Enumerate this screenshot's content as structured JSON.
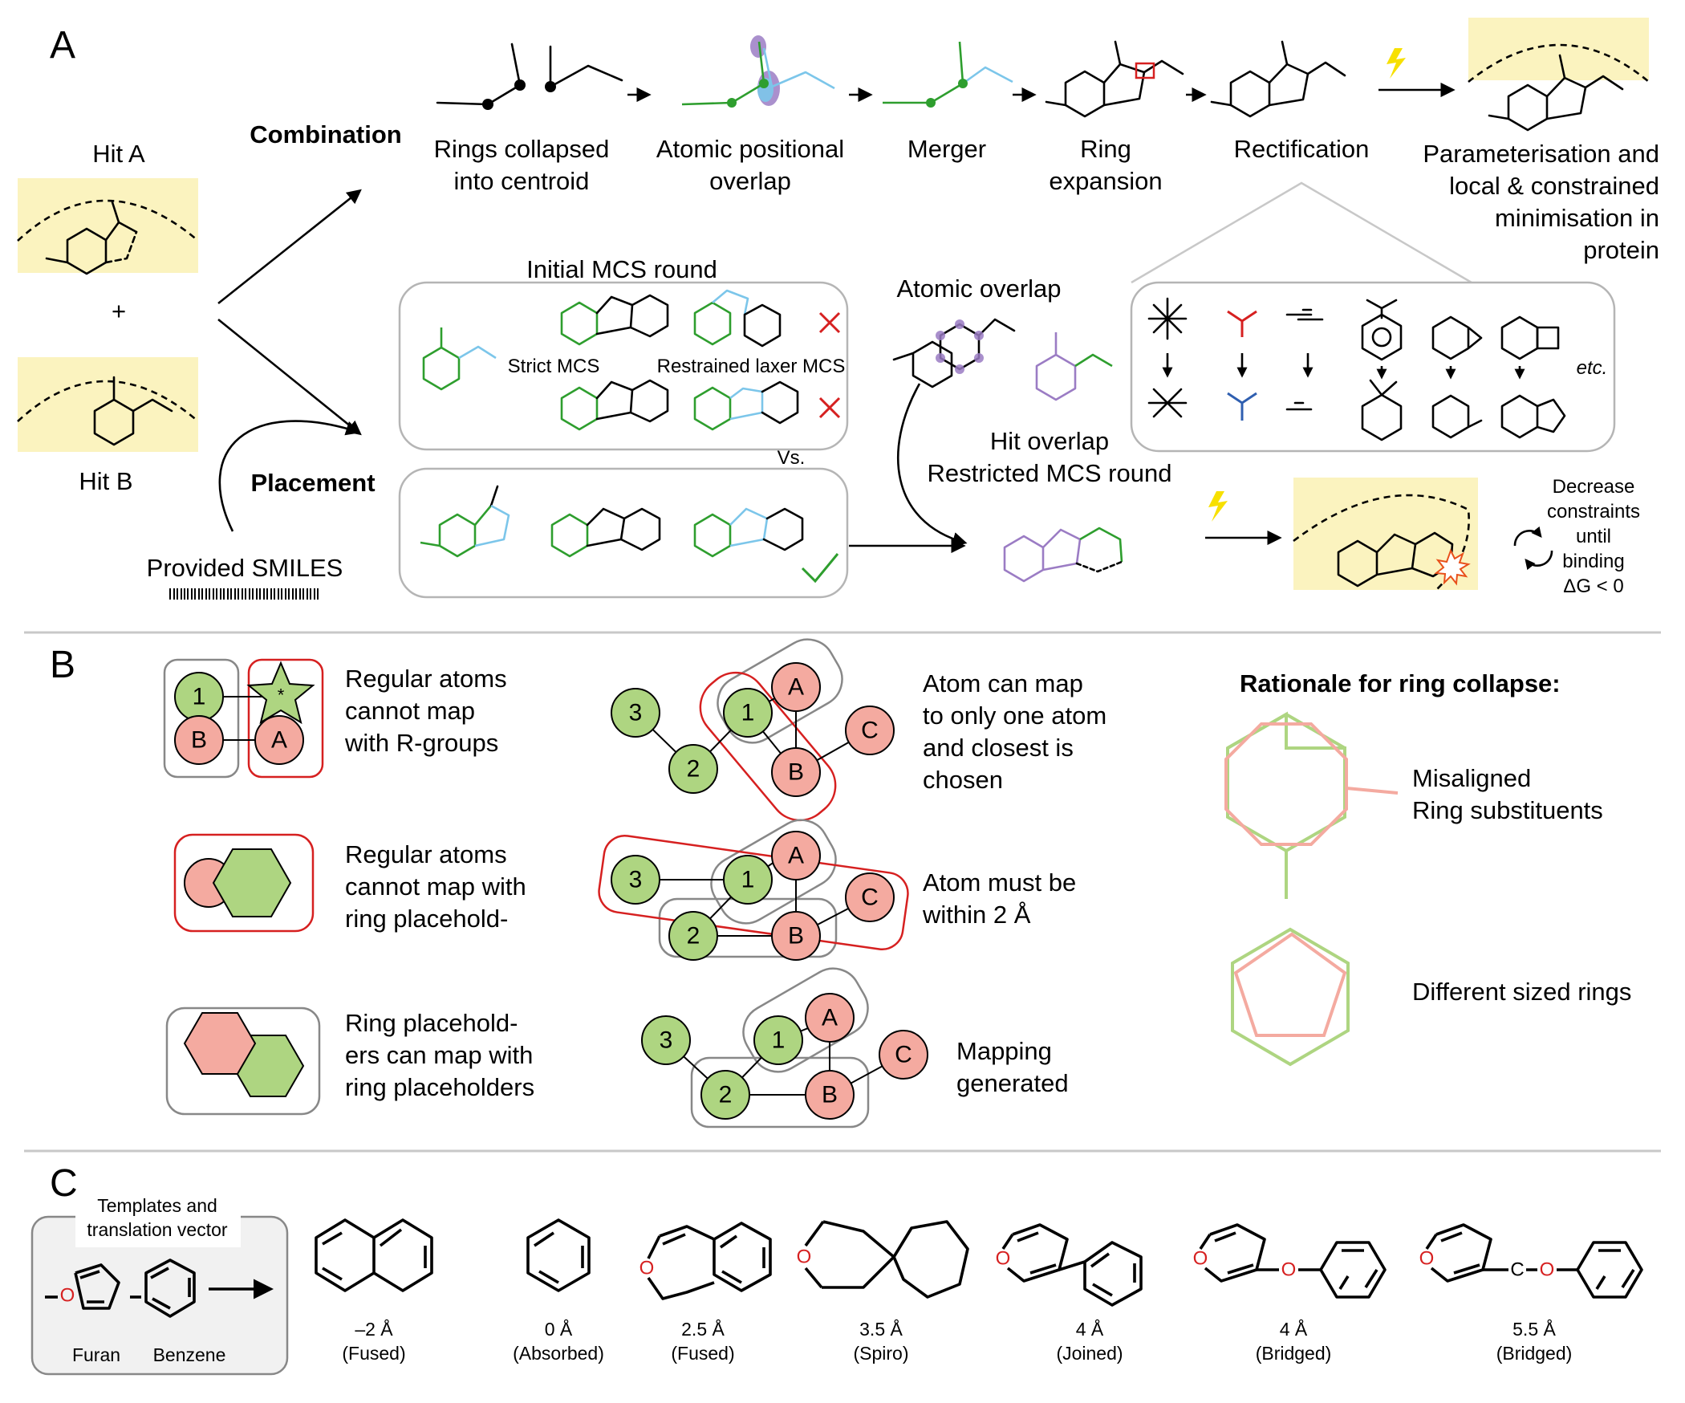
{
  "panel_a": {
    "letter": "A",
    "hit_a": "Hit A",
    "plus": "+",
    "hit_b": "Hit B",
    "combination": "Combination",
    "placement": "Placement",
    "provided_smiles": "Provided SMILES",
    "steps": [
      {
        "line1": "Rings collapsed",
        "line2": "into centroid"
      },
      {
        "line1": "Atomic positional",
        "line2": "overlap"
      },
      {
        "line1": "Merger",
        "line2": ""
      },
      {
        "line1": "Ring",
        "line2": "expansion"
      },
      {
        "line1": "Rectification",
        "line2": ""
      }
    ],
    "param_lines": [
      "Parameterisation and",
      "local & constrained",
      "minimisation in",
      "protein"
    ],
    "initial_mcs": "Initial MCS round",
    "strict_mcs": "Strict MCS",
    "laxer_mcs": "Restrained laxer MCS",
    "vs": "Vs.",
    "atomic_overlap": "Atomic overlap",
    "hit_overlap": "Hit overlap",
    "restricted_mcs": "Restricted MCS round",
    "etc": "etc.",
    "decrease_lines": [
      "Decrease",
      "constraints",
      "until",
      "binding",
      "ΔG < 0"
    ]
  },
  "panel_b": {
    "letter": "B",
    "rule1": [
      "Regular atoms",
      "cannot map",
      "with R-groups"
    ],
    "rule2": [
      "Regular atoms",
      "cannot map with",
      "ring placehold-"
    ],
    "rule3": [
      "Ring placehold-",
      "ers can map with",
      "ring placeholders"
    ],
    "map1": [
      "Atom can map",
      "to only one atom",
      "and closest is",
      "chosen"
    ],
    "map2": [
      "Atom must be",
      "within 2 Å"
    ],
    "map3": [
      "Mapping",
      "generated"
    ],
    "rationale_title": "Rationale for ring collapse:",
    "misaligned": [
      "Misaligned",
      "Ring substituents"
    ],
    "different": "Different sized rings",
    "atoms": {
      "one": "1",
      "two": "2",
      "three": "3",
      "a": "A",
      "b": "B",
      "c": "C",
      "star": "*"
    }
  },
  "panel_c": {
    "letter": "C",
    "template_title": [
      "Templates and",
      "translation vector"
    ],
    "furan": "Furan",
    "benzene": "Benzene",
    "atom_o": "O",
    "atom_c": "C",
    "items": [
      {
        "dist": "–2 Å",
        "kind": "(Fused)"
      },
      {
        "dist": "0 Å",
        "kind": "(Absorbed)"
      },
      {
        "dist": "2.5 Å",
        "kind": "(Fused)"
      },
      {
        "dist": "3.5 Å",
        "kind": "(Spiro)"
      },
      {
        "dist": "4 Å",
        "kind": "(Joined)"
      },
      {
        "dist": "4 Å",
        "kind": "(Bridged)"
      },
      {
        "dist": "5.5 Å",
        "kind": "(Bridged)"
      }
    ]
  },
  "colors": {
    "hit_a_green": "#2e9e2e",
    "hit_b_blue": "#7cc6ea",
    "placed_purple": "#9b7cc4",
    "pocket": "#fbf3bf",
    "reject_red": "#d62020",
    "accept_green": "#2e9e2e",
    "lightning": "#f7e000",
    "atom_green": "#aed581",
    "atom_pink": "#f4aaa0"
  }
}
